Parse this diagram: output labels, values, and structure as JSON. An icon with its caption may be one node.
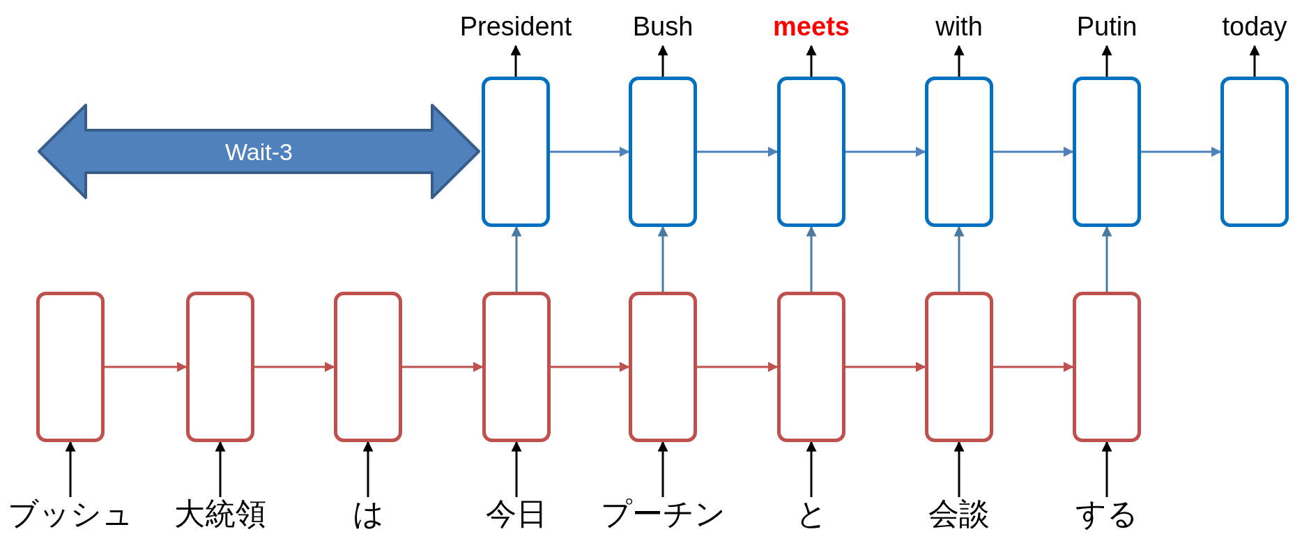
{
  "diagram": {
    "nodes": [
      {
        "text": [
          "President"
        ]
      },
      {
        "text": [
          "Bush"
        ]
      },
      {
        "text": [
          "meets"
        ]
      },
      {
        "text": [
          "with"
        ]
      },
      {
        "text": [
          "Putin"
        ]
      },
      {
        "text": [
          "today"
        ]
      },
      {
        "text": [
          "Wait-3"
        ]
      },
      {
        "text": [],
        "shape": "box"
      },
      {
        "text": [],
        "shape": "box"
      },
      {
        "text": [],
        "shape": "box"
      },
      {
        "text": [],
        "shape": "box"
      },
      {
        "text": [],
        "shape": "box"
      },
      {
        "text": [],
        "shape": "box"
      },
      {
        "text": [],
        "shape": "box"
      },
      {
        "text": [],
        "shape": "box"
      },
      {
        "text": [],
        "shape": "box"
      },
      {
        "text": [],
        "shape": "box"
      },
      {
        "text": [],
        "shape": "box"
      },
      {
        "text": [],
        "shape": "box"
      },
      {
        "text": [],
        "shape": "box"
      },
      {
        "text": [],
        "shape": "box"
      },
      {
        "text": [
          "ブッシュ"
        ]
      },
      {
        "text": [
          "大統領"
        ]
      },
      {
        "text": [
          "は"
        ]
      },
      {
        "text": [
          "今日"
        ]
      },
      {
        "text": [
          "プーチン"
        ]
      },
      {
        "text": [
          "と"
        ]
      },
      {
        "text": [
          "会談"
        ]
      },
      {
        "text": [
          "する"
        ]
      }
    ],
    "edges": [
      {
        "from": 21,
        "to": 13,
        "arrow": "to"
      },
      {
        "from": 22,
        "to": 14,
        "arrow": "to"
      },
      {
        "from": 23,
        "to": 15,
        "arrow": "to"
      },
      {
        "from": 24,
        "to": 16,
        "arrow": "to"
      },
      {
        "from": 25,
        "to": 17,
        "arrow": "to"
      },
      {
        "from": 26,
        "to": 18,
        "arrow": "to"
      },
      {
        "from": 27,
        "to": 19,
        "arrow": "to"
      },
      {
        "from": 28,
        "to": 20,
        "arrow": "to"
      },
      {
        "from": 13,
        "to": 14,
        "arrow": "to",
        "color": "#c0504d"
      },
      {
        "from": 14,
        "to": 15,
        "arrow": "to",
        "color": "#c0504d"
      },
      {
        "from": 15,
        "to": 16,
        "arrow": "to",
        "color": "#c0504d"
      },
      {
        "from": 16,
        "to": 17,
        "arrow": "to",
        "color": "#c0504d"
      },
      {
        "from": 17,
        "to": 18,
        "arrow": "to",
        "color": "#c0504d"
      },
      {
        "from": 18,
        "to": 19,
        "arrow": "to",
        "color": "#c0504d"
      },
      {
        "from": 19,
        "to": 20,
        "arrow": "to",
        "color": "#c0504d"
      },
      {
        "from": 16,
        "to": 7,
        "arrow": "to",
        "color": "#4a7aa0"
      },
      {
        "from": 17,
        "to": 8,
        "arrow": "to",
        "color": "#4a7aa0"
      },
      {
        "from": 18,
        "to": 9,
        "arrow": "to",
        "color": "#4a7aa0"
      },
      {
        "from": 19,
        "to": 10,
        "arrow": "to",
        "color": "#4a7aa0"
      },
      {
        "from": 20,
        "to": 11,
        "arrow": "to",
        "color": "#4a7aa0"
      },
      {
        "from": 7,
        "to": 8,
        "arrow": "to",
        "color": "#4f81bd"
      },
      {
        "from": 8,
        "to": 9,
        "arrow": "to",
        "color": "#4f81bd"
      },
      {
        "from": 9,
        "to": 10,
        "arrow": "to",
        "color": "#4f81bd"
      },
      {
        "from": 10,
        "to": 11,
        "arrow": "to",
        "color": "#4f81bd"
      },
      {
        "from": 11,
        "to": 12,
        "arrow": "to",
        "color": "#4f81bd"
      },
      {
        "from": 7,
        "to": 0,
        "arrow": "to"
      },
      {
        "from": 8,
        "to": 1,
        "arrow": "to"
      },
      {
        "from": 9,
        "to": 2,
        "arrow": "to"
      },
      {
        "from": 10,
        "to": 3,
        "arrow": "to"
      },
      {
        "from": 11,
        "to": 4,
        "arrow": "to"
      },
      {
        "from": 12,
        "to": 5,
        "arrow": "to"
      }
    ]
  }
}
